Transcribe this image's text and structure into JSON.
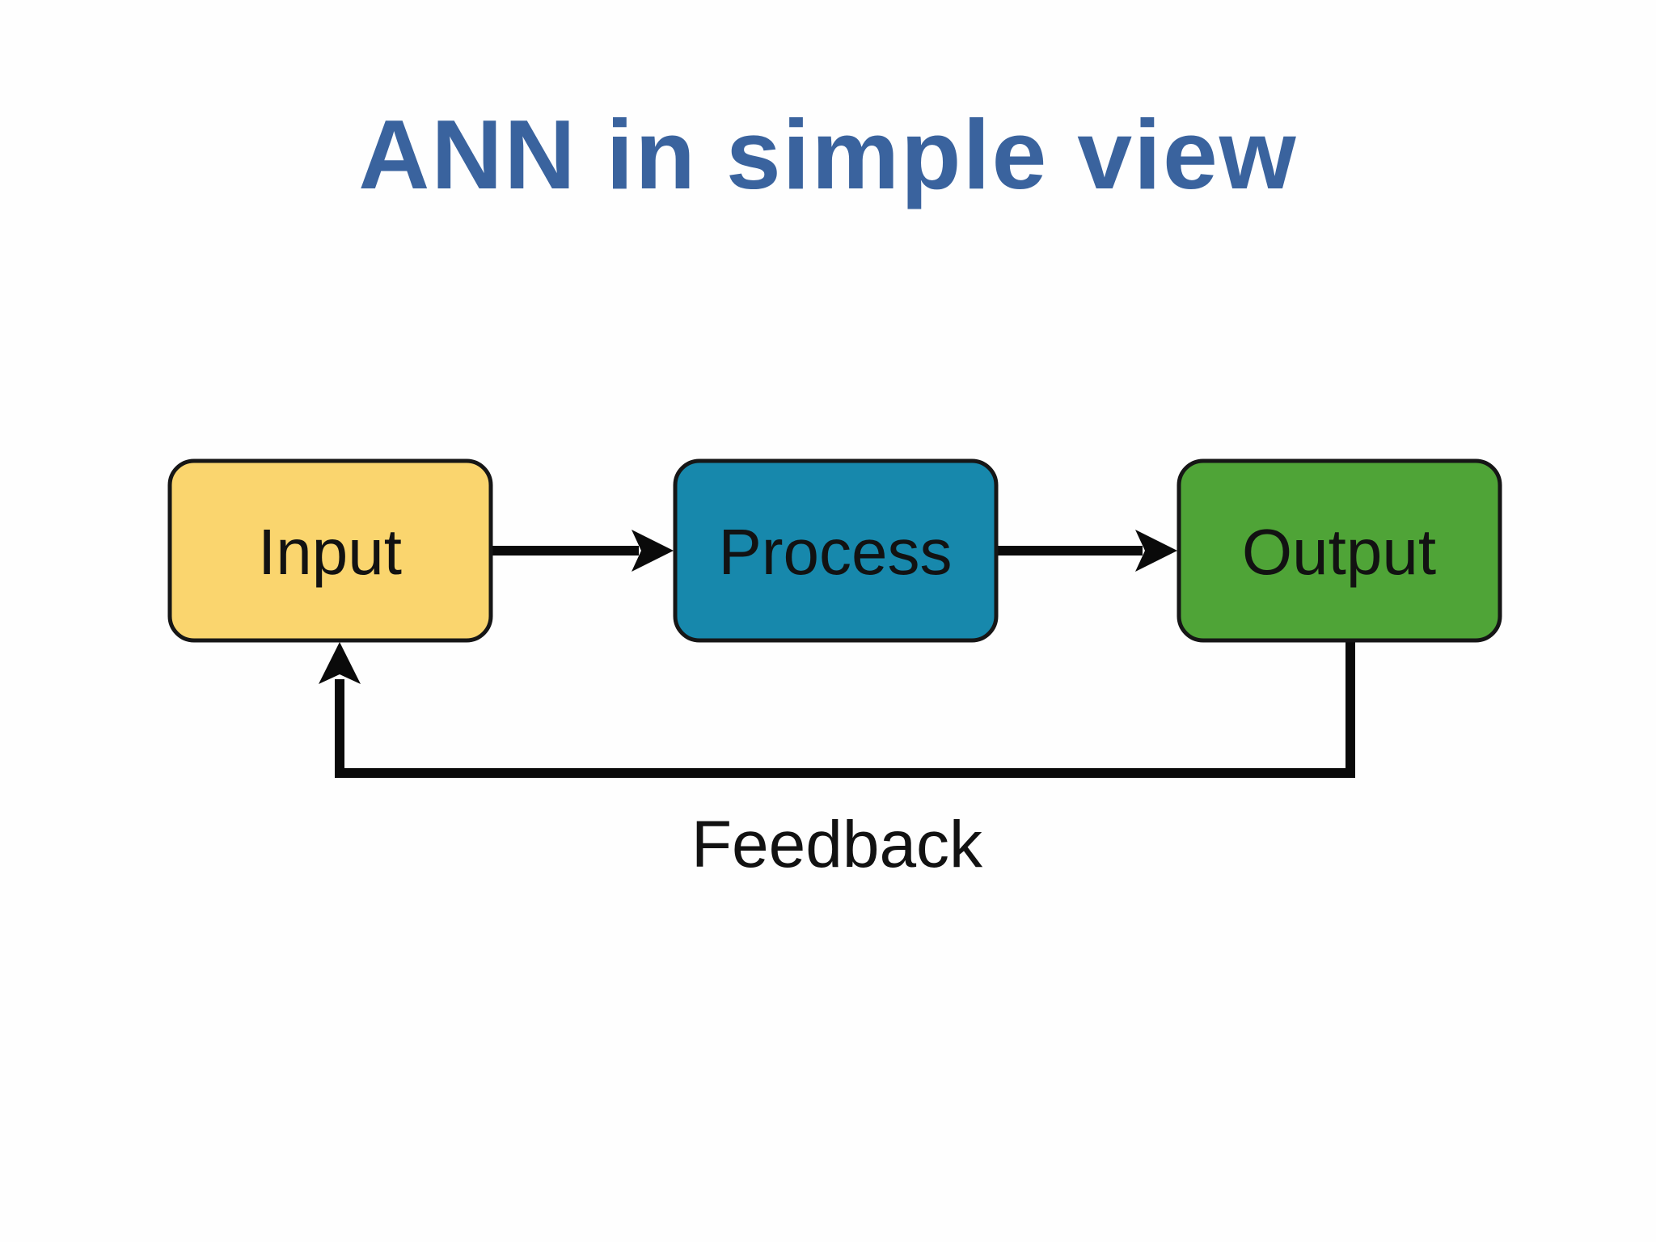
{
  "slide": {
    "title": "ANN in simple view",
    "title_color": "#3A639E",
    "background_color": "#FEFEFE"
  },
  "diagram": {
    "nodes": [
      {
        "id": "input",
        "label": "Input",
        "fill": "#FAD56E"
      },
      {
        "id": "process",
        "label": "Process",
        "fill": "#1788AC"
      },
      {
        "id": "output",
        "label": "Output",
        "fill": "#4FA437"
      }
    ],
    "edges": [
      {
        "from": "input",
        "to": "process",
        "type": "arrow",
        "label": ""
      },
      {
        "from": "process",
        "to": "output",
        "type": "arrow",
        "label": ""
      },
      {
        "from": "output",
        "to": "input",
        "type": "feedback-arrow",
        "label": "Feedback"
      }
    ],
    "line_color": "#0A0A0A",
    "label_color": "#121212"
  }
}
